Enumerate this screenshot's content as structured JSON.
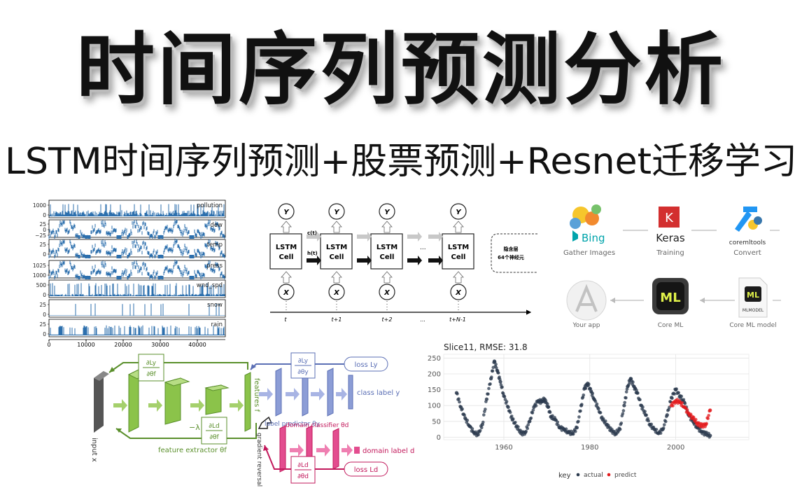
{
  "title": "时间序列预测分析",
  "subtitle": "LSTM时间序列预测+股票预测+Resnet迁移学习",
  "series_panel": {
    "labels": [
      "pollution",
      "dew",
      "temp",
      "press",
      "wnd_spd",
      "snow",
      "rain"
    ],
    "ticks": [
      [
        "1000",
        "0"
      ],
      [
        "25",
        "0",
        "−25"
      ],
      [
        "25",
        "0"
      ],
      [
        "1025",
        "1000"
      ],
      [
        "500",
        "0"
      ],
      [
        "25",
        "0"
      ],
      [
        "25",
        "0"
      ]
    ],
    "x_ticks": [
      "0",
      "10000",
      "20000",
      "30000",
      "40000"
    ]
  },
  "lstm_diagram": {
    "cell_line1": "LSTM",
    "cell_line2": "Cell",
    "outputs": [
      "Y",
      "Y",
      "Y",
      "Y"
    ],
    "inputs": [
      "X",
      "X",
      "X",
      "X"
    ],
    "state_c": "c(t)",
    "state_h": "h(t)",
    "ellipsis": "...",
    "time_labels": [
      "t",
      "t+1",
      "t+2",
      "...",
      "t+N-1"
    ],
    "hidden_line1": "隐含层",
    "hidden_line2": "64个神经元"
  },
  "coreml_flow": {
    "bing": "Bing",
    "keras_letter": "K",
    "keras": "Keras",
    "coremltools": "coremltools",
    "ml_badge": "ML",
    "model_badge": "MLMODEL",
    "captions": [
      "Gather Images",
      "Training",
      "Convert",
      "Your app",
      "Core ML",
      "Core ML model"
    ]
  },
  "domain_adaptation": {
    "input": "input x",
    "features": "features f",
    "feature_extractor": "feature extractor θf",
    "label_predictor": "label predictor θy",
    "class_label": "class label y",
    "loss_y": "loss Ly",
    "grad_y_top": "∂Ly",
    "grad_y_bot": "∂θy",
    "grad_f_top": "∂Ly",
    "grad_f_bot": "∂θf",
    "lambda": "−λ",
    "grad_d_top": "∂Ld",
    "grad_d_bot": "∂θf",
    "grl": "gradient reversal layer",
    "domain_classifier": "domain classifier θd",
    "domain_label": "domain label d",
    "loss_d": "loss Ld",
    "grad_dd_top": "∂Ld",
    "grad_dd_bot": "∂θd"
  },
  "colors": {
    "green": "#7cb342",
    "blue": "#8c9dd6",
    "pink": "#e34d8f",
    "series": "#2c6fad",
    "actual": "#2b3a4d",
    "predict": "#e31a1c"
  },
  "chart_data": {
    "type": "scatter",
    "title": "Slice11, RMSE: 31.8",
    "xlabel": "",
    "ylabel": "",
    "xlim": [
      1946,
      2017
    ],
    "ylim": [
      -8,
      262
    ],
    "x_ticks": [
      1960,
      1980,
      2000
    ],
    "y_ticks": [
      0,
      50,
      100,
      150,
      200,
      250
    ],
    "grid": true,
    "legend": {
      "title": "key",
      "position": "bottom",
      "entries": [
        "actual",
        "predict"
      ]
    },
    "series": [
      {
        "name": "actual",
        "x": [
          1949,
          1950,
          1951,
          1952,
          1953,
          1954,
          1955,
          1956,
          1957,
          1957.8,
          1958.5,
          1959.2,
          1960,
          1961,
          1962,
          1963,
          1964,
          1965,
          1966,
          1967,
          1968,
          1968.8,
          1969.5,
          1970.3,
          1971,
          1972,
          1973,
          1974,
          1975,
          1976,
          1977,
          1978,
          1978.8,
          1979.5,
          1980.3,
          1981,
          1982,
          1983,
          1984,
          1985,
          1986,
          1987,
          1988,
          1988.8,
          1989.5,
          1990.3,
          1991,
          1992,
          1993,
          1994,
          1995,
          1996,
          1997,
          1998,
          1999,
          2000,
          2001,
          2002,
          2003,
          2004,
          2005,
          2006,
          2007,
          2008
        ],
        "y": [
          140,
          95,
          60,
          35,
          15,
          8,
          40,
          120,
          185,
          240,
          210,
          175,
          130,
          95,
          55,
          35,
          12,
          15,
          50,
          95,
          115,
          112,
          120,
          95,
          65,
          55,
          30,
          25,
          15,
          12,
          30,
          100,
          155,
          170,
          145,
          120,
          90,
          55,
          40,
          20,
          12,
          25,
          100,
          160,
          185,
          160,
          140,
          100,
          70,
          40,
          25,
          12,
          25,
          70,
          125,
          150,
          130,
          110,
          70,
          50,
          30,
          18,
          10,
          5
        ]
      },
      {
        "name": "predict",
        "x": [
          1999,
          2000,
          2001,
          2002,
          2003,
          2004,
          2005,
          2006,
          2007,
          2008
        ],
        "y": [
          100,
          115,
          110,
          95,
          75,
          60,
          45,
          35,
          40,
          85
        ]
      }
    ]
  }
}
